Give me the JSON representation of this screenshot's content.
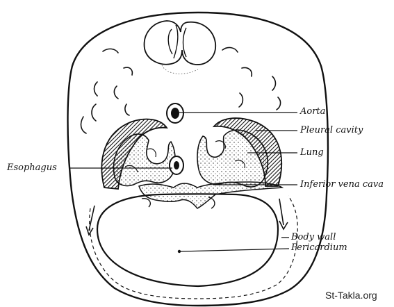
{
  "labels": {
    "aorta": "Aorta",
    "pleural_cavity": "Pleural cavity",
    "lung": "Lung",
    "esophagus": "Esophagus",
    "inferior_vena_cava": "Inferior vena cava",
    "body_wall": "Body wall",
    "pericardium": "Pericardium"
  },
  "watermark": "St-Takla.org",
  "colors": {
    "ink": "#111111",
    "paper": "#ffffff",
    "stipple": "#222222"
  }
}
